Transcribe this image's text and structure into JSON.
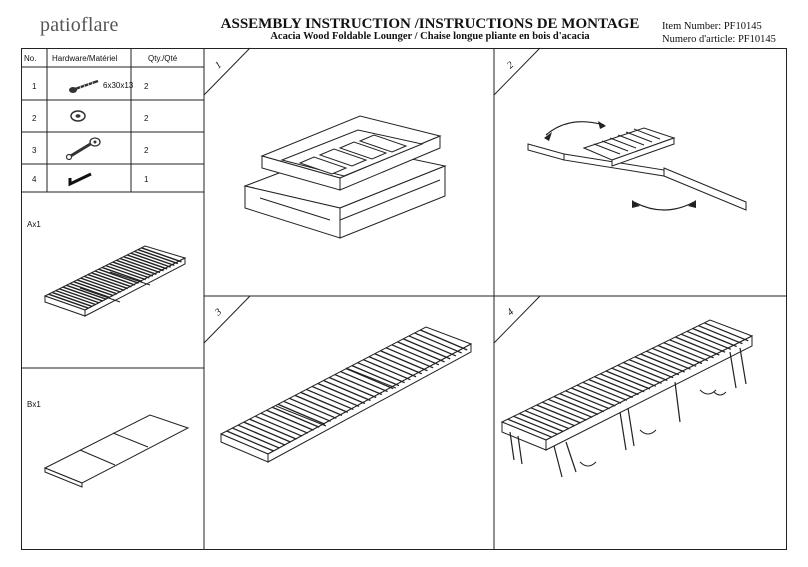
{
  "header": {
    "logo": "patioflare",
    "title": "ASSEMBLY INSTRUCTION /INSTRUCTIONS DE MONTAGE",
    "subtitle": "Acacia Wood Foldable Lounger / Chaise longue pliante en bois d'acacia",
    "item_number": "Item Number: PF10145",
    "numero_article": "Numero d'article: PF10145"
  },
  "parts_table": {
    "headers": {
      "no": "No.",
      "hardware": "Hardware/Matériel",
      "qty": "Qty./Qté"
    },
    "rows": [
      {
        "no": "1",
        "icon": "screw-icon",
        "spec": "6x30x13",
        "qty": "2"
      },
      {
        "no": "2",
        "icon": "washer-icon",
        "spec": "",
        "qty": "2"
      },
      {
        "no": "3",
        "icon": "wrench-icon",
        "spec": "",
        "qty": "2"
      },
      {
        "no": "4",
        "icon": "allen-key-icon",
        "spec": "",
        "qty": "1"
      }
    ]
  },
  "components": [
    {
      "label": "Ax1",
      "icon": "slatted-lounger-part-a"
    },
    {
      "label": "Bx1",
      "icon": "cushion-part-b"
    }
  ],
  "steps": [
    {
      "number": "1"
    },
    {
      "number": "2"
    },
    {
      "number": "3"
    },
    {
      "number": "4"
    }
  ]
}
